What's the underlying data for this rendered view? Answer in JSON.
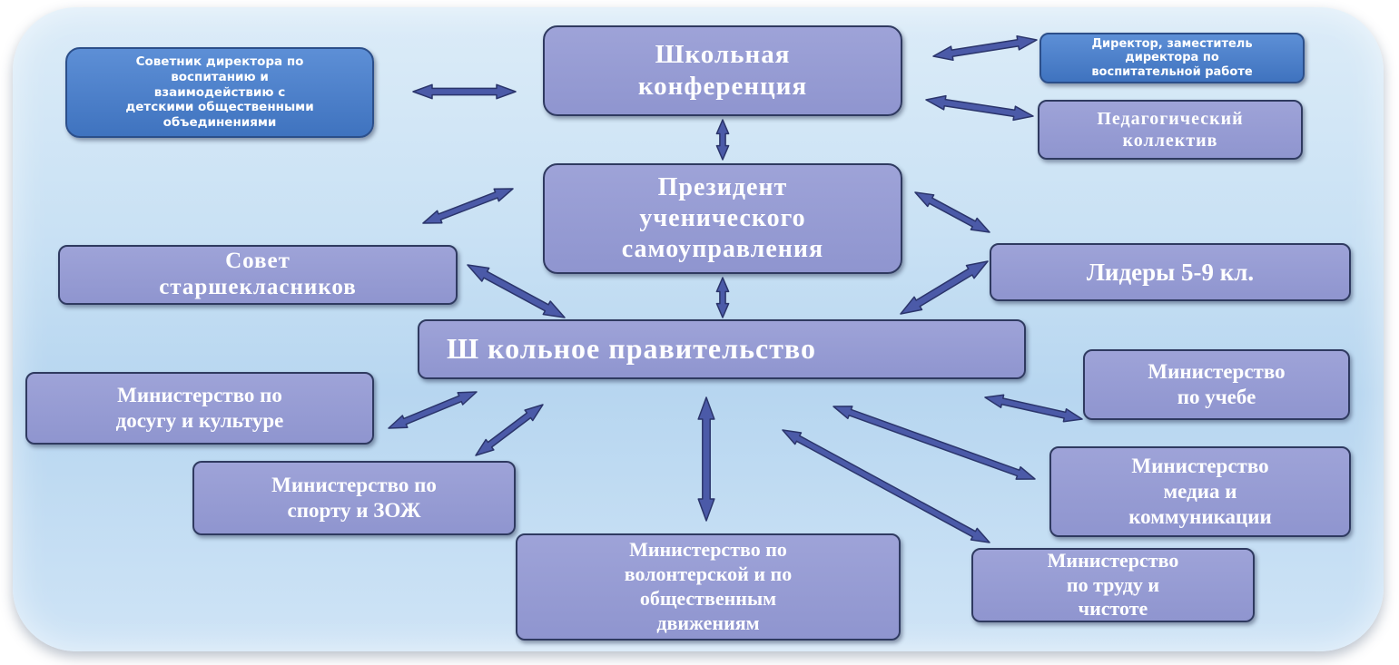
{
  "colors": {
    "box_fill": "#9398d2",
    "box_border": "#2f3a60",
    "blue_fill": "#4a7ec9",
    "arrow_fill": "#4b5aa8",
    "arrow_stroke": "#2b356b"
  },
  "nodes": {
    "school_conference": "Школьная\nконференция",
    "advisor": "Советник директора по\nвоспитанию и\nвзаимодействию с\nдетскими общественными\nобъединениями",
    "director": "Директор, заместитель\nдиректора по\nвоспитательной работе",
    "teachers": "Педагогический\nколлектив",
    "president": "Президент\nученического\nсамоуправления",
    "senior_council": "Совет\nстаршекласников",
    "leaders": "Лидеры 5-9 кл.",
    "government": "Ш кольное правительство",
    "ministry_leisure": "Министерство по\nдосугу и культуре",
    "ministry_study": "Министерство\nпо учебе",
    "ministry_sport": "Министерство по\nспорту и ЗОЖ",
    "ministry_media": "Министерство\nмедиа и\nкоммуникации",
    "ministry_volunteer": "Министерство по\nволонтерской  и по\nобщественным\nдвижениям",
    "ministry_labor": "Министерство\nпо труду и\nчистоте"
  }
}
